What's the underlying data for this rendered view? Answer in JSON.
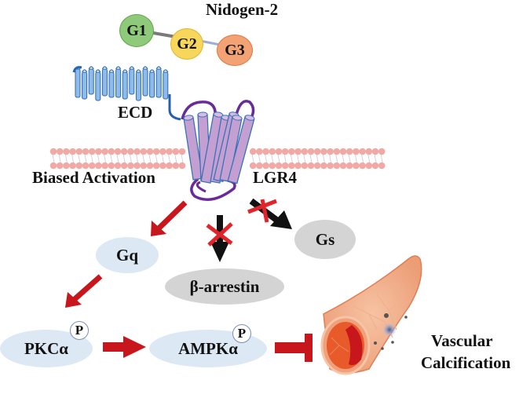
{
  "title": "Nidogen-2 biased activation of LGR4 inhibits vascular calcification",
  "ligand": {
    "name": "Nidogen-2",
    "domains": [
      {
        "label": "G1",
        "color": "#8fc97a",
        "border": "#5fa64a"
      },
      {
        "label": "G2",
        "color": "#f7d65c",
        "border": "#e3b52c"
      },
      {
        "label": "G3",
        "color": "#f2a273",
        "border": "#de7a48"
      }
    ]
  },
  "receptor": {
    "name": "LGR4",
    "ecd_label": "ECD",
    "helix_color": "#c4a0d2",
    "ecd_color": "#8fbbe8",
    "loop_color": "#6a2a9a"
  },
  "membrane": {
    "color": "#f2a9a6"
  },
  "labels": {
    "biased_activation": "Biased Activation",
    "vascular": "Vascular",
    "calcification": "Calcification"
  },
  "nodes": {
    "gq": "Gq",
    "gs": "Gs",
    "barrestin": "β-arrestin",
    "pkc": "PKCα",
    "ampk": "AMPKα",
    "phospho": "P"
  },
  "pathways": [
    {
      "from": "LGR4",
      "to": "Gq",
      "type": "activation",
      "blocked": false
    },
    {
      "from": "LGR4",
      "to": "β-arrestin",
      "type": "activation",
      "blocked": true
    },
    {
      "from": "LGR4",
      "to": "Gs",
      "type": "activation",
      "blocked": true
    },
    {
      "from": "Gq",
      "to": "PKCα",
      "type": "activation",
      "blocked": false
    },
    {
      "from": "PKCα",
      "to": "AMPKα",
      "type": "activation",
      "blocked": false
    },
    {
      "from": "AMPKα",
      "to": "Vascular Calcification",
      "type": "inhibition",
      "blocked": false
    }
  ],
  "colors": {
    "activation_arrow": "#c8161d",
    "blocked_arrow": "#111111",
    "block_mark": "#e0242a"
  }
}
